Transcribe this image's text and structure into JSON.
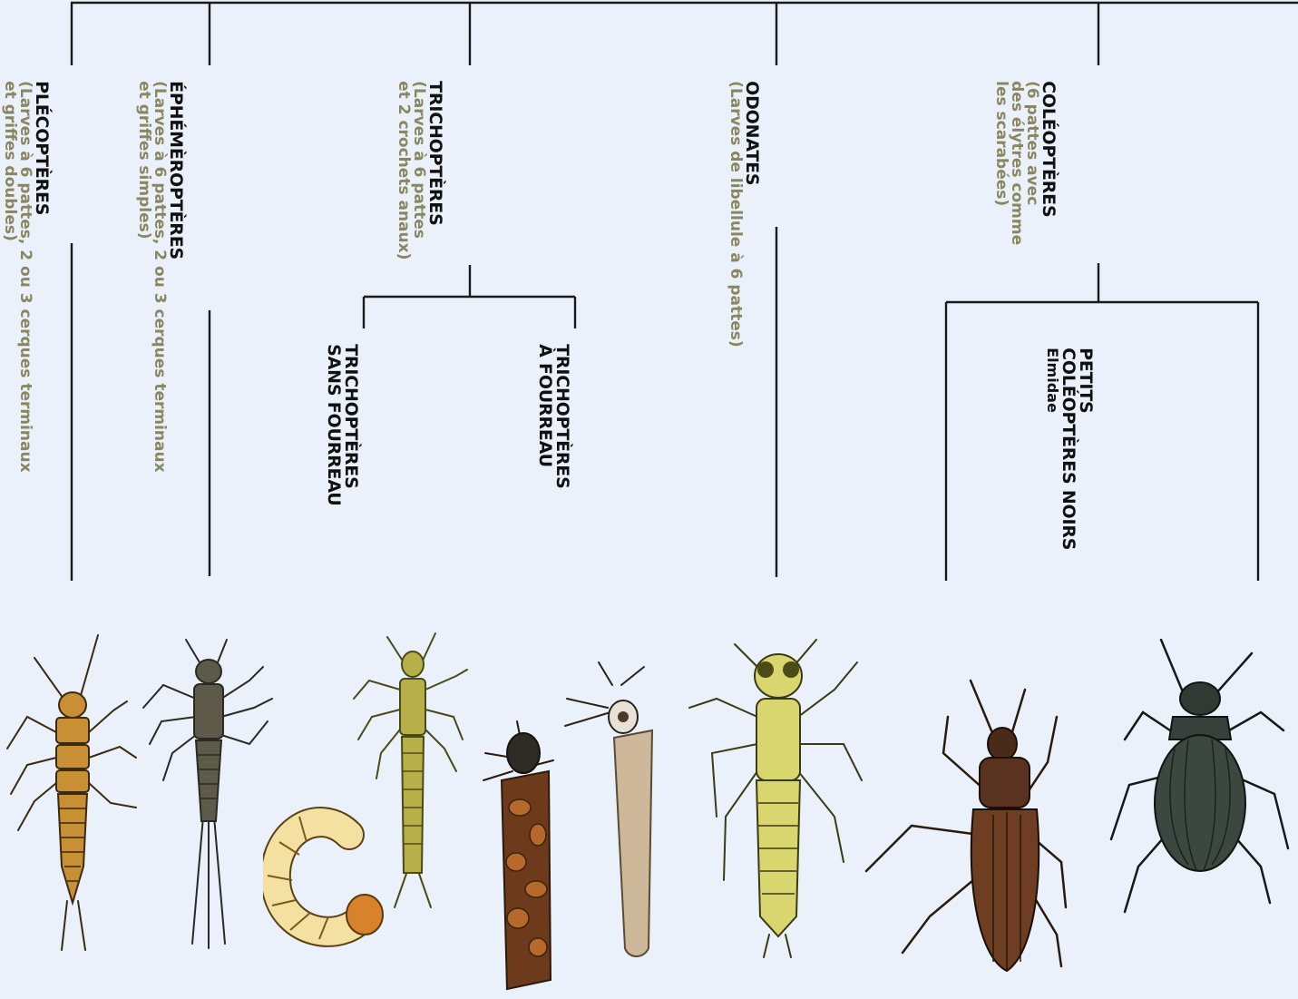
{
  "colors": {
    "background": "#eaf1fb",
    "line": "#1a1a1a",
    "title_text": "#111111",
    "description_text": "#8a8760"
  },
  "groups": {
    "plecopteres": {
      "title": "PLÉCOPTÈRES",
      "desc_lines": [
        "(Larves à 6 pattes, 2 ou 3 cerques terminaux",
        "et griffes doubles)"
      ]
    },
    "ephemeropteres": {
      "title": "ÉPHÉMÈROPTÈRES",
      "desc_lines": [
        "(Larves à 6 pattes, 2 ou 3 cerques terminaux",
        "et griffes simples)"
      ]
    },
    "trichopteres": {
      "title": "TRICHOPTÈRES",
      "desc_lines": [
        "(Larves à 6 pattes",
        "et 2 crochets anaux)"
      ]
    },
    "trichopteres_sans_fourreau": {
      "title_lines": [
        "TRICHOPTÈRES",
        "SANS FOURREAU"
      ]
    },
    "trichopteres_a_fourreau": {
      "title_lines": [
        "TRICHOPTÈRES",
        "À FOURREAU"
      ]
    },
    "odonates": {
      "title": "ODONATES",
      "desc_lines": [
        "(Larves de libellule à 6 pattes)"
      ]
    },
    "coleopteres": {
      "title": "COLÉOPTÈRES",
      "desc_lines": [
        "(6 pattes avec",
        "des élytres comme",
        "les scarabées)"
      ]
    },
    "petits_coleopteres": {
      "title_lines": [
        "PETITS",
        "COLÉOPTÈRES NOIRS"
      ],
      "sub": "Elmidae"
    }
  },
  "illustrations": [
    {
      "id": "stonefly-larva-icon"
    },
    {
      "id": "mayfly-larva-icon"
    },
    {
      "id": "grub-larva-icon"
    },
    {
      "id": "caseless-caddis-larva-icon"
    },
    {
      "id": "stone-case-caddis-icon"
    },
    {
      "id": "tube-case-caddis-icon"
    },
    {
      "id": "dragonfly-larva-icon"
    },
    {
      "id": "brown-beetle-icon"
    },
    {
      "id": "black-beetle-icon"
    }
  ]
}
